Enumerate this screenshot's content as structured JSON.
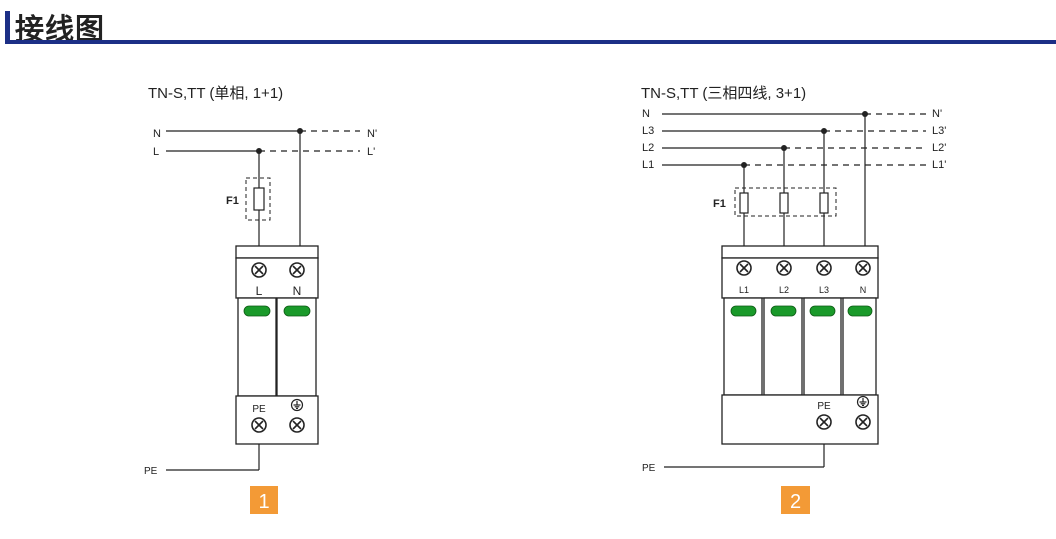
{
  "header": {
    "title": "接线图"
  },
  "colors": {
    "accent": "#1c2f86",
    "badge": "#f39a36",
    "indicator": "#1a9a2a"
  },
  "diagram1": {
    "title": "TN-S,TT (单相, 1+1)",
    "lines": {
      "n": "N",
      "l": "L",
      "n_out": "N'",
      "l_out": "L'",
      "pe": "PE"
    },
    "fuse_label": "F1",
    "terminals": {
      "l": "L",
      "n": "N"
    },
    "pe_label": "PE",
    "badge": "1"
  },
  "diagram2": {
    "title": "TN-S,TT (三相四线, 3+1)",
    "lines": {
      "n": "N",
      "l3": "L3",
      "l2": "L2",
      "l1": "L1",
      "n_out": "N'",
      "l3_out": "L3'",
      "l2_out": "L2'",
      "l1_out": "L1'",
      "pe": "PE"
    },
    "fuse_label": "F1",
    "terminals": {
      "l1": "L1",
      "l2": "L2",
      "l3": "L3",
      "n": "N"
    },
    "pe_label": "PE",
    "badge": "2"
  }
}
